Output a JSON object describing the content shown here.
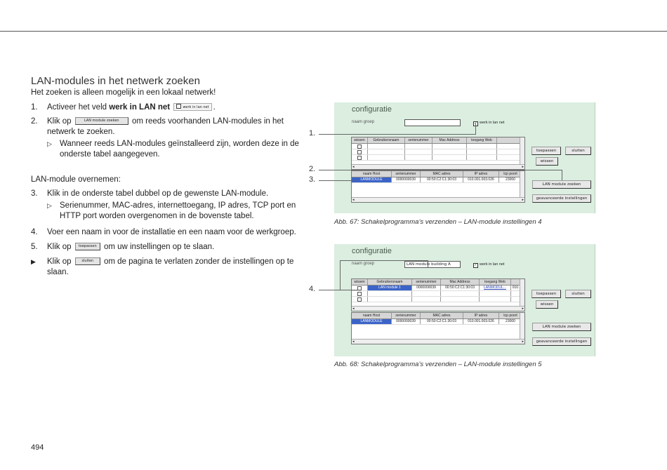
{
  "section": {
    "title": "LAN-modules in het netwerk zoeken",
    "intro": "Het zoeken is alleen mogelijk in een lokaal netwerk!",
    "step1": {
      "num": "1.",
      "pre": "Activeer het veld",
      "bold": "werk in LAN net",
      "post": "."
    },
    "step2": {
      "num": "2.",
      "pre": "Klik op",
      "post": "om reeds voorhanden LAN-modules in het netwerk te zoeken.",
      "sub": "Wanneer reeds LAN-modules geïnstalleerd zijn, worden deze in de onderste tabel aangegeven."
    },
    "subtitle": "LAN-module overnemen:",
    "step3": {
      "num": "3.",
      "text": "Klik in de onderste tabel dubbel op de gewenste LAN-module.",
      "sub": "Serienummer, MAC-adres, internettoegang, IP adres, TCP port en HTTP port worden overgenomen in de bovenste tabel."
    },
    "step4": {
      "num": "4.",
      "text": "Voer een naam in voor de installatie en een naam voor de werkgroep."
    },
    "step5": {
      "num": "5.",
      "pre": "Klik op",
      "post": "om uw instellingen op te slaan."
    },
    "step6": {
      "num": "▶",
      "pre": "Klik op",
      "post": "om de pagina te verlaten zonder de instellingen op te slaan."
    }
  },
  "inline": {
    "werk_label": "werk in lan net",
    "zoeken_label": "LAN module zoeken",
    "toepassen_label": "toepassen",
    "sluiten_label": "sluiten"
  },
  "screens": {
    "config_title": "configuratie",
    "naam_groep_label": "naam groep",
    "werk_label": "werk in lan net",
    "check_mark": "✓",
    "top_headers": [
      "wissen",
      "Gebruikersnaam",
      "serienummer",
      "Mac Address",
      "toegang Web"
    ],
    "bottom_headers": [
      "naam Host",
      "serienummer",
      "MAC adres",
      "IP adres",
      "tcp poort"
    ],
    "bottom_row": [
      "LANMODULE",
      "0000000039",
      "00:50:C2:C1:30:03",
      "010.001.003.026",
      "23000"
    ],
    "buttons": {
      "toepassen": "toepassen",
      "sluiten": "sluiten",
      "wissen": "wissen",
      "zoeken": "LAN module zoeken",
      "geavanceerd": "geavanceerde instellingen"
    },
    "shot2": {
      "groep_value": "LAN module building A",
      "top_row": [
        "LAN module 1",
        "0000000039",
        "00:50:C2:C1:30:03",
        "LANMODUL...",
        "010..."
      ]
    },
    "scroll_left": "◂",
    "scroll_right": "▸"
  },
  "callouts": {
    "c1": "1.",
    "c2": "2.",
    "c3": "3.",
    "c4": "4."
  },
  "captions": {
    "fig67": "Abb. 67:  Schakelprogramma’s verzenden – LAN-module instellingen 4",
    "fig68": "Abb. 68:  Schakelprogramma’s verzenden – LAN-module instellingen 5"
  },
  "page_number": "494"
}
